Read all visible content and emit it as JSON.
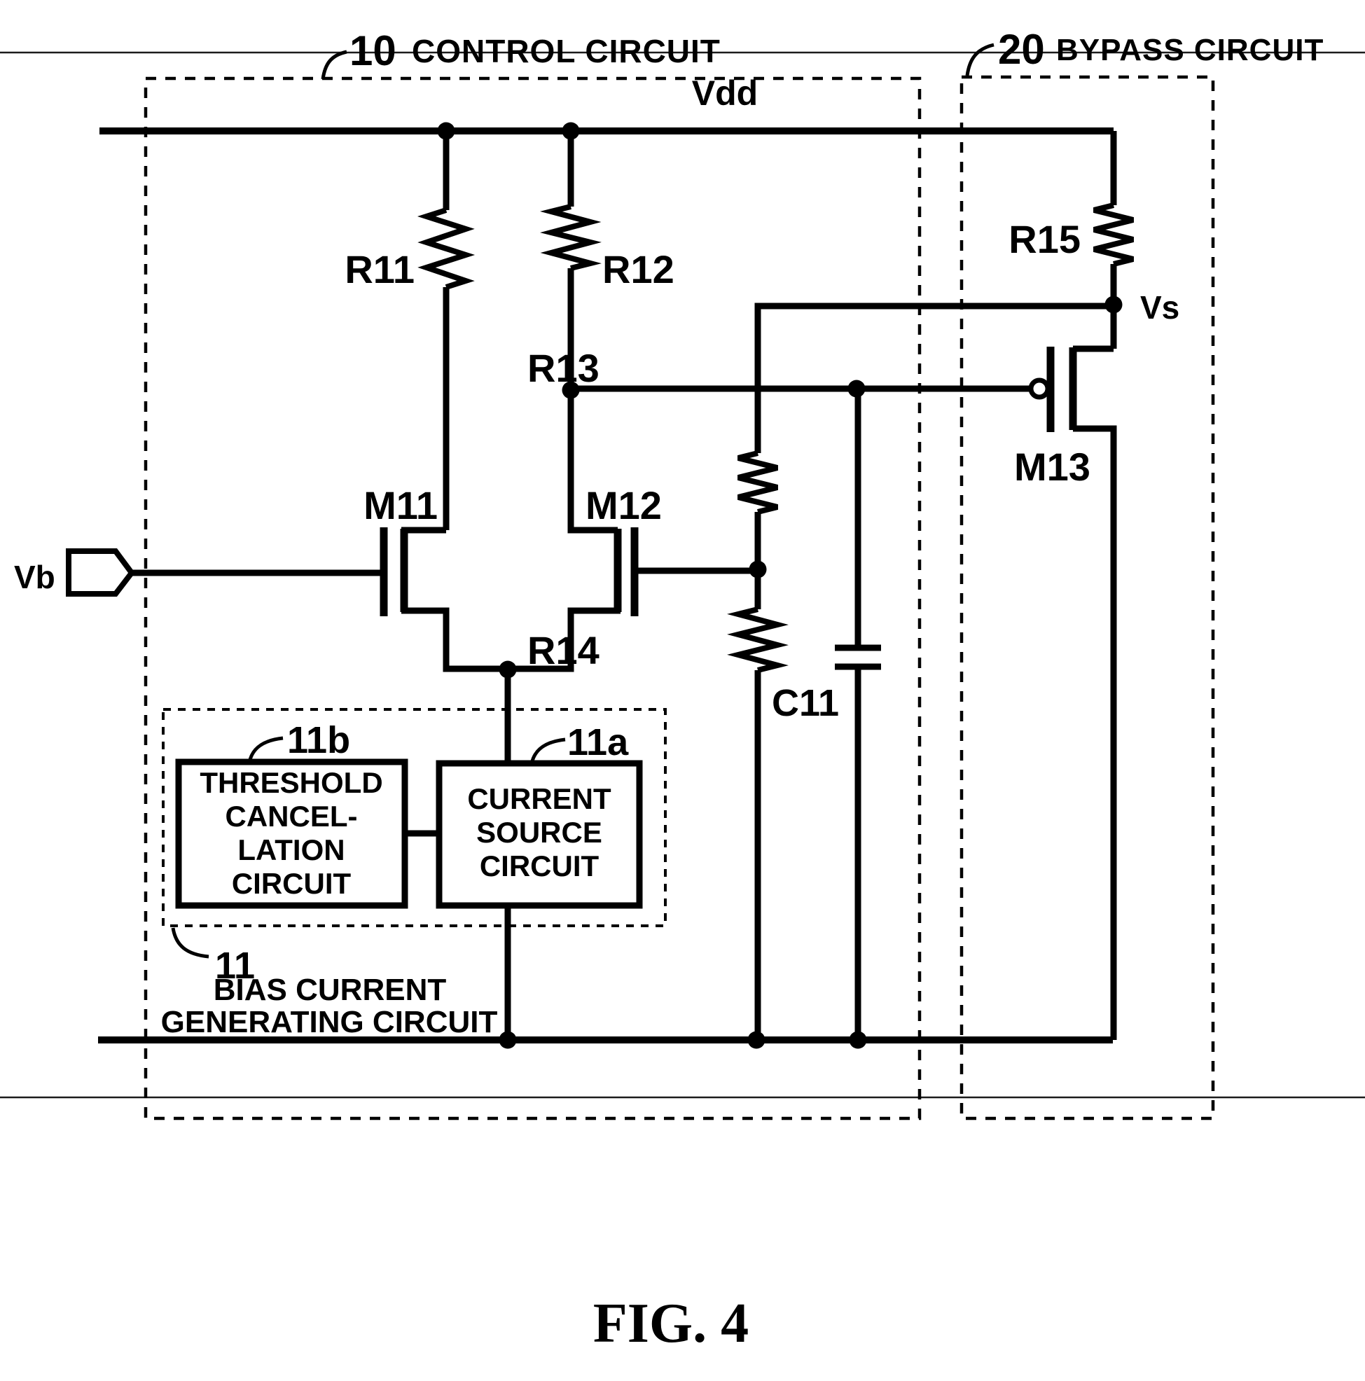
{
  "figure_caption": "FIG. 4",
  "colors": {
    "ink": "#000000",
    "paper": "#ffffff"
  },
  "blocks": {
    "control": {
      "ref": "10",
      "title": "CONTROL CIRCUIT"
    },
    "bypass": {
      "ref": "20",
      "title": "BYPASS CIRCUIT"
    },
    "bias": {
      "ref": "11",
      "title_line1": "BIAS CURRENT",
      "title_line2": "GENERATING CIRCUIT"
    },
    "threshold": {
      "ref": "11b",
      "lines": [
        "THRESHOLD",
        "CANCEL-",
        "LATION",
        "CIRCUIT"
      ]
    },
    "current_source": {
      "ref": "11a",
      "lines": [
        "CURRENT",
        "SOURCE",
        "CIRCUIT"
      ]
    }
  },
  "nets": {
    "supply": "Vdd",
    "sense": "Vs",
    "bias_input": "Vb"
  },
  "components": {
    "r11": "R11",
    "r12": "R12",
    "r13": "R13",
    "r14": "R14",
    "r15": "R15",
    "m11": "M11",
    "m12": "M12",
    "m13": "M13",
    "c11": "C11"
  }
}
